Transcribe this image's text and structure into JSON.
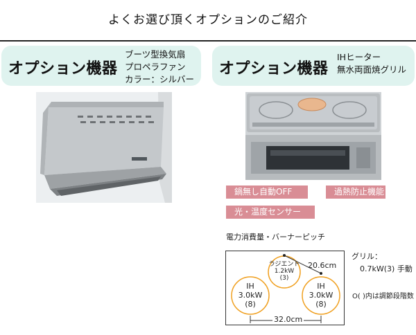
{
  "header": {
    "title": "よくお選び頂くオプションのご紹介"
  },
  "option_left": {
    "title": "オプション機器",
    "desc": [
      "ブーツ型換気扇",
      "プロペラファン",
      "カラー：シルバー"
    ]
  },
  "option_right": {
    "title": "オプション機器",
    "desc": [
      "IHヒーター",
      "無水両面焼グリル"
    ]
  },
  "features": [
    "鍋無し自動OFF",
    "過熱防止機能",
    "光・温度センサー"
  ],
  "specs": {
    "heading": "電力消費量・バーナーピッチ",
    "burners": {
      "center": {
        "name": "ラジエント",
        "power": "1.2kW",
        "count": "(3)"
      },
      "left": {
        "name": "IH",
        "power": "3.0kW",
        "count": "(8)"
      },
      "right": {
        "name": "IH",
        "power": "3.0kW",
        "count": "(8)"
      }
    },
    "pitch_top": "20.6cm",
    "pitch_bottom": "32.0cm",
    "grill_label": "グリル：",
    "grill_value": "0.7kW(3) 手動",
    "note": "O( )内は調節段階数"
  },
  "colors": {
    "card_bg": "#dff3ef",
    "tag_bg": "#d98d95",
    "burner_ring": "#f0a020"
  }
}
